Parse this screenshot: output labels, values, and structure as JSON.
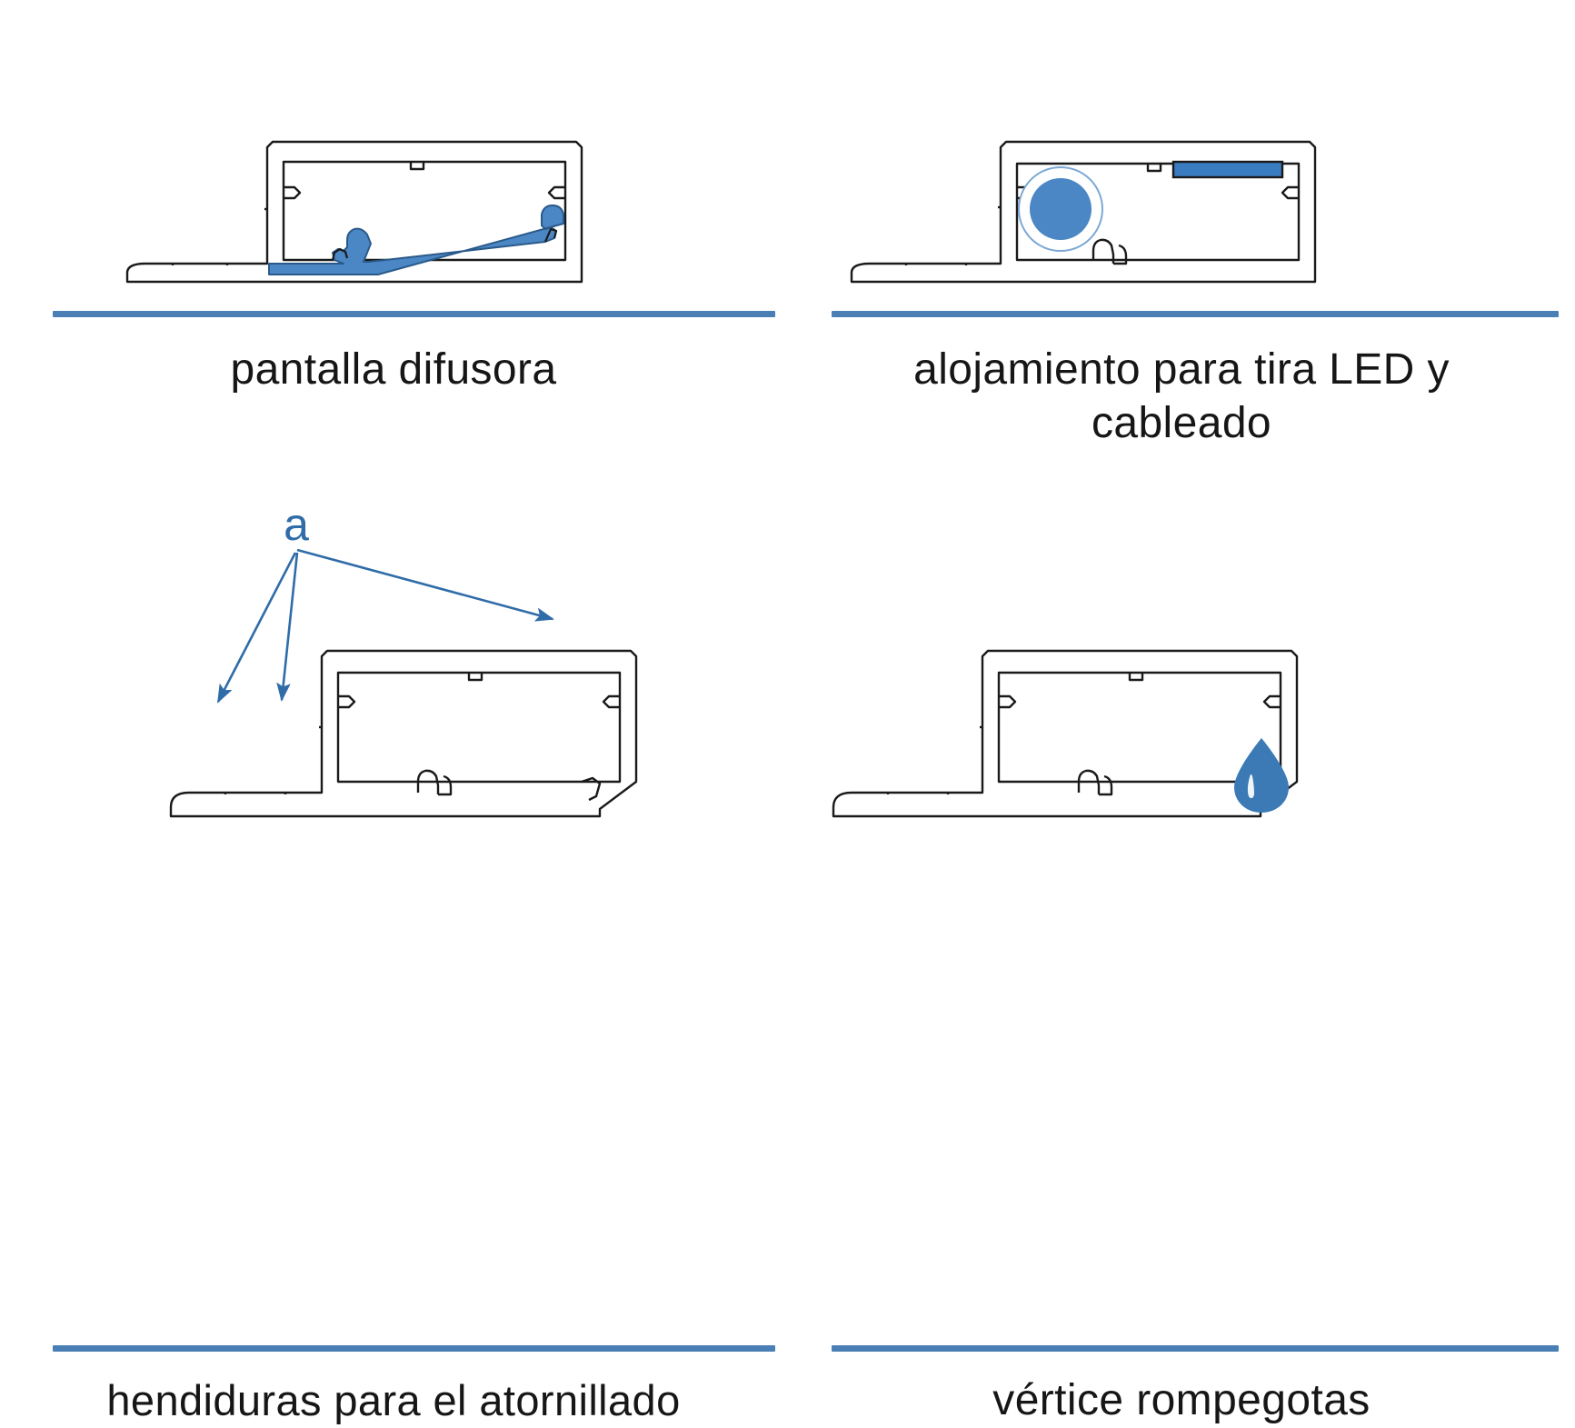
{
  "document": {
    "language": "es",
    "background_color": "#ffffff",
    "accent_color": "#4a7fb5",
    "line_color": "#1a1a1a",
    "fill_blue": "#4a87c4",
    "fill_blue_dark": "#3a74ad"
  },
  "panels": [
    {
      "id": "diffuser",
      "caption_lines": [
        "pantalla difusora"
      ],
      "highlight": "diffuser-panel",
      "highlight_color": "#4a87c4",
      "position": "top-left"
    },
    {
      "id": "housing",
      "caption_lines": [
        "alojamiento para tira LED y",
        "cableado"
      ],
      "highlight": "led-strip-and-cable",
      "highlight_color": "#4a87c4",
      "position": "top-right"
    },
    {
      "id": "grooves",
      "caption_lines": [
        "hendiduras para el atornillado"
      ],
      "highlight": "screw-grooves",
      "highlight_color": "#3a74ad",
      "annotation_label": "a",
      "annotation_arrow_count": 3,
      "position": "bottom-left"
    },
    {
      "id": "dripvertex",
      "caption_lines": [
        "vértice rompegotas"
      ],
      "highlight": "water-drop",
      "highlight_color": "#3b7ab5",
      "position": "bottom-right"
    }
  ],
  "annotations": {
    "groove_label": "a"
  }
}
